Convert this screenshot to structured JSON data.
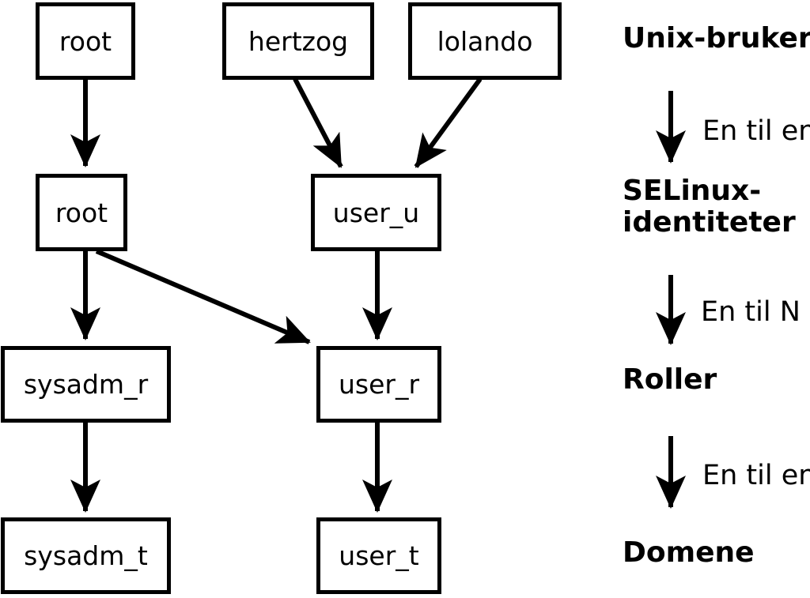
{
  "colors": {
    "foreground": "#000000",
    "background": "#ffffff"
  },
  "nodes": {
    "unix_root": {
      "label": "root"
    },
    "unix_hertzog": {
      "label": "hertzog"
    },
    "unix_lolando": {
      "label": "lolando"
    },
    "selinux_root": {
      "label": "root"
    },
    "selinux_user_u": {
      "label": "user_u"
    },
    "role_sysadm_r": {
      "label": "sysadm_r"
    },
    "role_user_r": {
      "label": "user_r"
    },
    "domain_sysadm_t": {
      "label": "sysadm_t"
    },
    "domain_user_t": {
      "label": "user_t"
    }
  },
  "edges": [
    {
      "from": "unix_root",
      "to": "selinux_root"
    },
    {
      "from": "unix_hertzog",
      "to": "selinux_user_u"
    },
    {
      "from": "unix_lolando",
      "to": "selinux_user_u"
    },
    {
      "from": "selinux_root",
      "to": "role_sysadm_r"
    },
    {
      "from": "selinux_root",
      "to": "role_user_r"
    },
    {
      "from": "selinux_user_u",
      "to": "role_user_r"
    },
    {
      "from": "role_sysadm_r",
      "to": "domain_sysadm_t"
    },
    {
      "from": "role_user_r",
      "to": "domain_user_t"
    }
  ],
  "legend": {
    "level1": "Unix-brukere",
    "mapping1": "En til en",
    "level2_line1": "SELinux-",
    "level2_line2": "identiteter",
    "mapping2": "En til N",
    "level3": "Roller",
    "mapping3": "En til en",
    "level4": "Domene"
  }
}
